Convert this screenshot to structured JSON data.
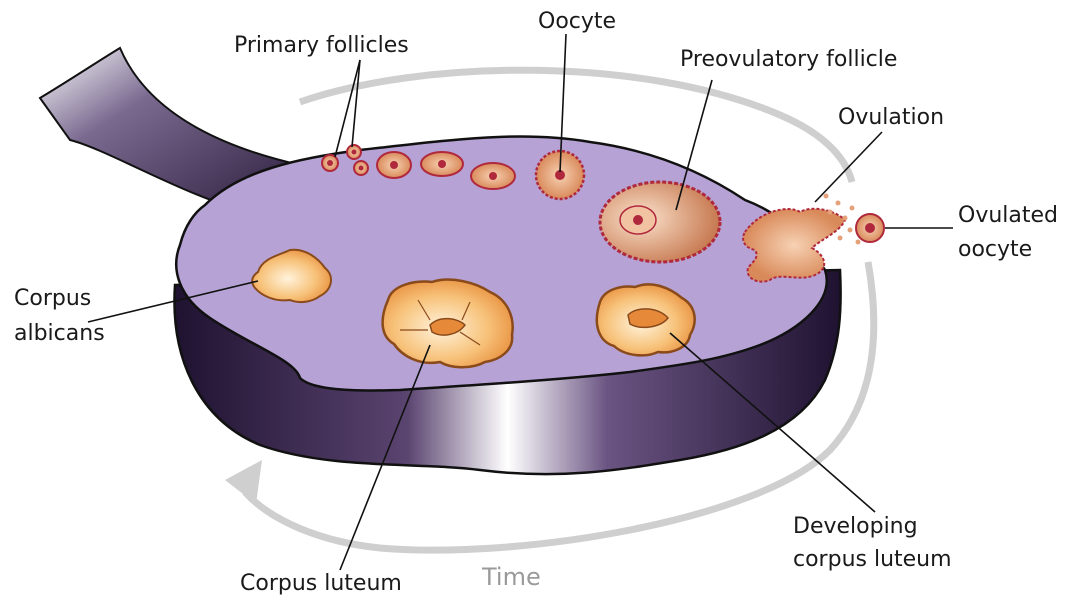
{
  "labels": {
    "primary_follicles": "Primary follicles",
    "oocyte": "Oocyte",
    "preovulatory_follicle": "Preovulatory follicle",
    "ovulation": "Ovulation",
    "ovulated_oocyte_1": "Ovulated",
    "ovulated_oocyte_2": "oocyte",
    "corpus_albicans_1": "Corpus",
    "corpus_albicans_2": "albicans",
    "corpus_luteum": "Corpus luteum",
    "developing_corpus_luteum_1": "Developing",
    "developing_corpus_luteum_2": "corpus luteum",
    "time": "Time"
  },
  "colors": {
    "ovary_surface": "#b6a2d4",
    "ovary_side": "#2b1b3d",
    "follicle_fill": "#e9a67a",
    "follicle_rim": "#b0283c",
    "corpus_fill": "#f6c070",
    "cycle_arrow": "#c8c8c8"
  }
}
